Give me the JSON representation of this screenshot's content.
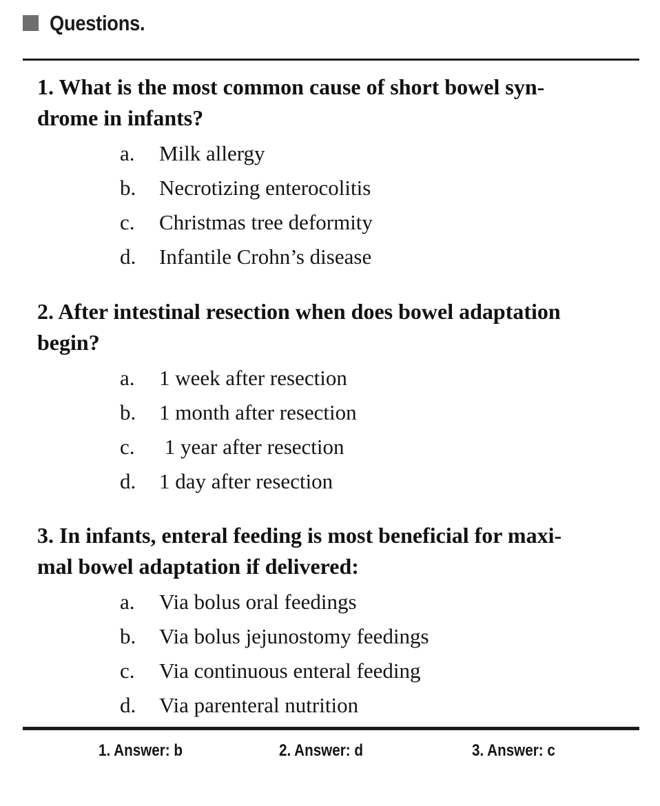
{
  "header": {
    "bullet_color": "#6e6e6e",
    "title": "Questions."
  },
  "rules": {
    "top_color": "#1c1c1c",
    "bottom_color": "#1c1c1c"
  },
  "questions": [
    {
      "number": "1.",
      "text": "What is the most common cause of short bowel syn­rome in infants?",
      "text_line1": "1.  What is the most common cause of short bowel syn-",
      "text_line2": "drome in infants?",
      "options": [
        {
          "letter": "a.",
          "label": "Milk allergy"
        },
        {
          "letter": "b.",
          "label": "Necrotizing enterocolitis"
        },
        {
          "letter": "c.",
          "label": "Christmas tree deformity"
        },
        {
          "letter": "d.",
          "label": "Infantile Crohn’s disease"
        }
      ]
    },
    {
      "number": "2.",
      "text": "After intestinal resection when does bowel adaptation begin?",
      "text_line1": "2. After intestinal resection when does bowel adaptation",
      "text_line2": "begin?",
      "options": [
        {
          "letter": "a.",
          "label": "1 week after resection"
        },
        {
          "letter": "b.",
          "label": "1 month after resection"
        },
        {
          "letter": "c.",
          "label": " 1 year after resection"
        },
        {
          "letter": "d.",
          "label": "1 day after resection"
        }
      ]
    },
    {
      "number": "3.",
      "text": "In infants, enteral feeding is most beneficial for maxi­mal bowel adaptation if delivered:",
      "text_line1": "3. In infants, enteral feeding is most beneficial for maxi-",
      "text_line2": "mal bowel adaptation if delivered:",
      "options": [
        {
          "letter": "a.",
          "label": "Via bolus oral feedings"
        },
        {
          "letter": "b.",
          "label": "Via bolus jejunostomy feedings"
        },
        {
          "letter": "c.",
          "label": "Via continuous enteral feeding"
        },
        {
          "letter": "d.",
          "label": "Via parenteral nutrition"
        }
      ]
    }
  ],
  "answers": [
    {
      "label": "1. Answer: b"
    },
    {
      "label": "2. Answer: d"
    },
    {
      "label": "3. Answer: c"
    }
  ]
}
